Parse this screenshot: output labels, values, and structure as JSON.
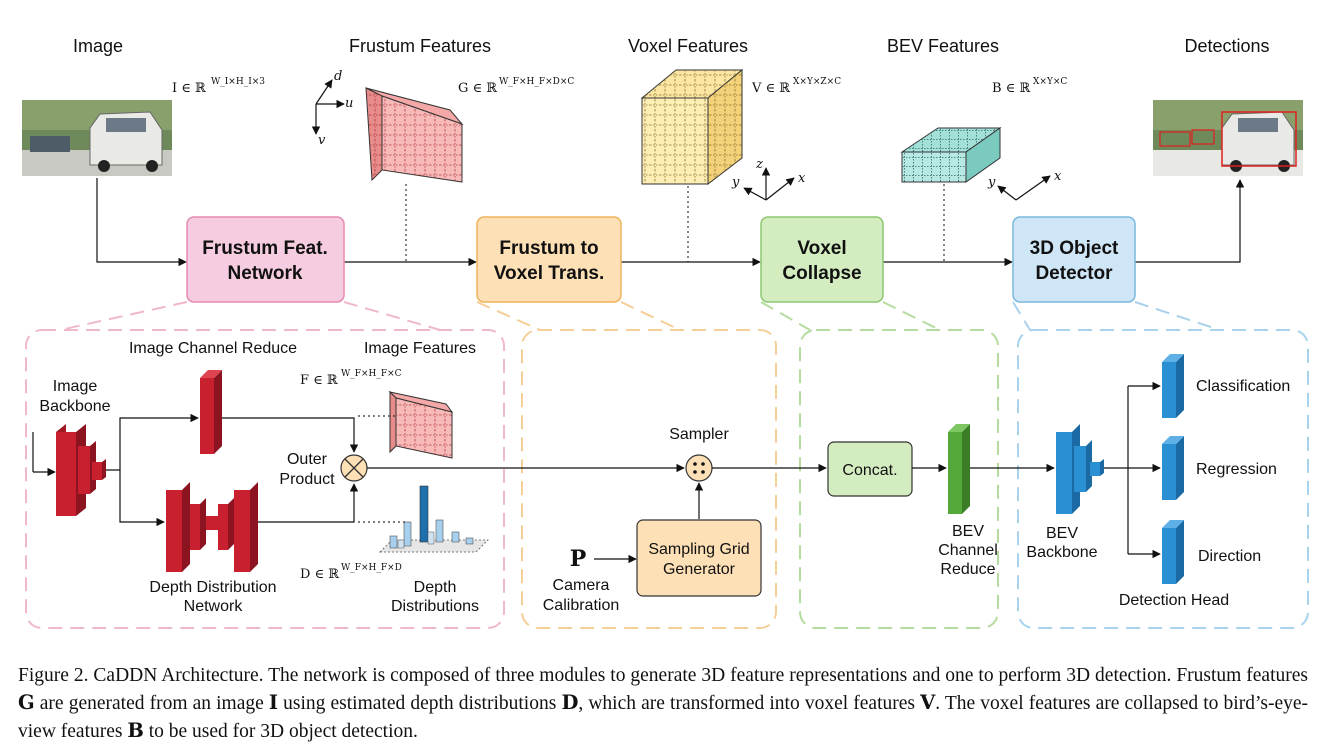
{
  "headers": {
    "image": "Image",
    "frustum": "Frustum Features",
    "voxel": "Voxel Features",
    "bev": "BEV Features",
    "detections": "Detections"
  },
  "math": {
    "I": "I ∈ ℝ",
    "I_sup": "W_I×H_I×3",
    "G": "G ∈ ℝ",
    "G_sup": "W_F×H_F×D×C",
    "V": "V ∈ ℝ",
    "V_sup": "X×Y×Z×C",
    "B": "B ∈ ℝ",
    "B_sup": "X×Y×C",
    "F": "F ∈ ℝ",
    "F_sup": "W_F×H_F×C",
    "D": "D ∈ ℝ",
    "D_sup": "W_F×H_F×D"
  },
  "axes": {
    "d": "d",
    "u": "u",
    "v": "v",
    "x": "x",
    "y": "y",
    "z": "z"
  },
  "modules": {
    "frustum_net": [
      "Frustum Feat.",
      "Network"
    ],
    "frustum_to_voxel": [
      "Frustum to",
      "Voxel Trans."
    ],
    "voxel_collapse": [
      "Voxel",
      "Collapse"
    ],
    "detector": [
      "3D Object",
      "Detector"
    ]
  },
  "details": {
    "image_channel_reduce": "Image Channel Reduce",
    "image_features": "Image Features",
    "image_backbone": [
      "Image",
      "Backbone"
    ],
    "outer_product": [
      "Outer",
      "Product"
    ],
    "depth_net": [
      "Depth Distribution",
      "Network"
    ],
    "depth_dist": [
      "Depth",
      "Distributions"
    ],
    "sampler": "Sampler",
    "P": "P",
    "camera_calibration": [
      "Camera",
      "Calibration"
    ],
    "sampling_grid": [
      "Sampling Grid",
      "Generator"
    ],
    "concat": "Concat.",
    "bev_channel_reduce": [
      "BEV",
      "Channel",
      "Reduce"
    ],
    "bev_backbone": [
      "BEV",
      "Backbone"
    ],
    "classification": "Classification",
    "regression": "Regression",
    "direction": "Direction",
    "detection_head": "Detection Head"
  },
  "colors": {
    "pink": "#f6cde0",
    "pink_border": "#e58ab4",
    "orange": "#fde0b6",
    "orange_border": "#f0b35d",
    "green": "#d4edc0",
    "green_border": "#8cc870",
    "blue": "#cfe6f6",
    "blue_border": "#7ab8de",
    "red_block": "#c8202e",
    "blue_block": "#2b8fd4",
    "green_block": "#55a83a"
  },
  "caption": {
    "s1": "Figure 2. CaDDN Architecture. The network is composed of three modules to generate 3D feature representations and one to perform 3D detection. Frustum features ",
    "G": "G",
    "s2": " are generated from an image ",
    "I": "I",
    "s3": " using estimated depth distributions ",
    "D": "D",
    "s4": ", which are transformed into voxel features ",
    "V": "V",
    "s5": ". The voxel features are collapsed to bird’s-eye-view features ",
    "B": "B",
    "s6": " to be used for 3D object detection."
  }
}
